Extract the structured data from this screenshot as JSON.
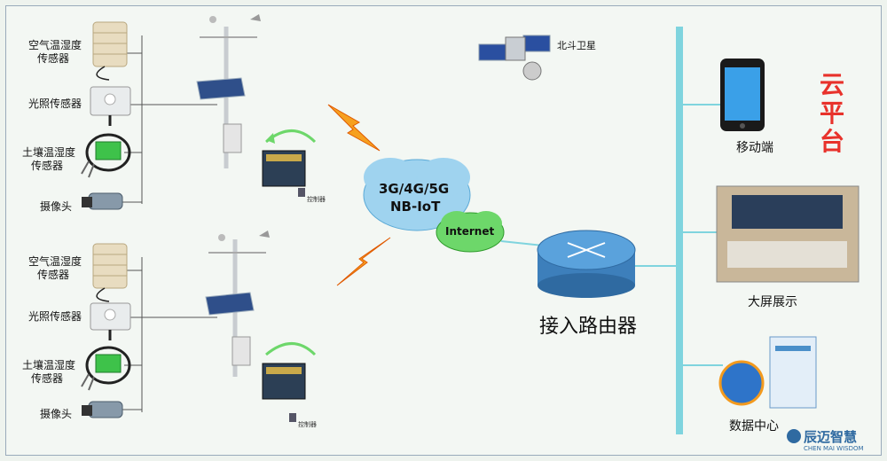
{
  "sensors": {
    "air_sensor_line1": "空气温湿度",
    "air_sensor_line2": "传感器",
    "light_sensor": "光照传感器",
    "soil_sensor_line1": "土壤温湿度",
    "soil_sensor_line2": "传感器",
    "camera": "摄像头"
  },
  "controller_label": "控制器",
  "satellite_label": "北斗卫星",
  "network": {
    "cloud_line1": "3G/4G/5G",
    "cloud_line2": "NB-IoT",
    "internet": "Internet"
  },
  "router_label": "接入路由器",
  "cloud_platform": "云平台",
  "endpoints": {
    "mobile": "移动端",
    "display": "大屏展示",
    "datacenter": "数据中心"
  },
  "brand": {
    "name": "辰迈智慧",
    "tagline": "CHEN MAI WISDOM"
  },
  "colors": {
    "bus": "#7fd4de",
    "cloud_blue": "#9fd3ef",
    "cloud_green": "#6dd76a",
    "router": "#4a8fc9",
    "accent_red": "#e8322b",
    "lightning": "#f6a020"
  }
}
